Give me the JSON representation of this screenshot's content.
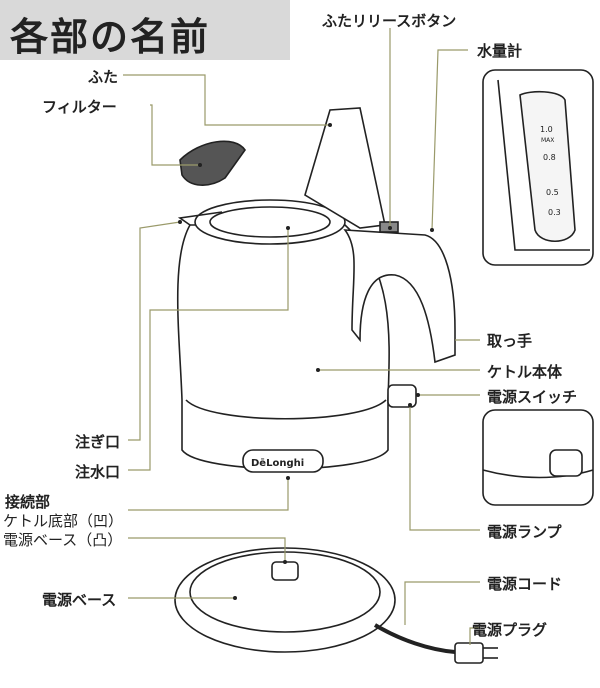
{
  "title": "各部の名前",
  "labels": {
    "lid_release_button": "ふたリリースボタン",
    "water_gauge": "水量計",
    "lid": "ふた",
    "filter": "フィルター",
    "handle": "取っ手",
    "kettle_body": "ケトル本体",
    "power_switch": "電源スイッチ",
    "spout": "注ぎ口",
    "fill_opening": "注水口",
    "connector": "接続部",
    "connector_kettle": "ケトル底部（凹）",
    "connector_base": "電源ベース（凸）",
    "power_lamp": "電源ランプ",
    "power_cord": "電源コード",
    "power_base": "電源ベース",
    "power_plug": "電源プラグ"
  },
  "gauge_marks": [
    "1.0",
    "MAX",
    "0.8",
    "0.5",
    "0.3"
  ],
  "brand": "DēLonghi",
  "colors": {
    "leader": "#9a9a6a",
    "outline": "#222222",
    "gray_fill": "#d9d9d9"
  }
}
